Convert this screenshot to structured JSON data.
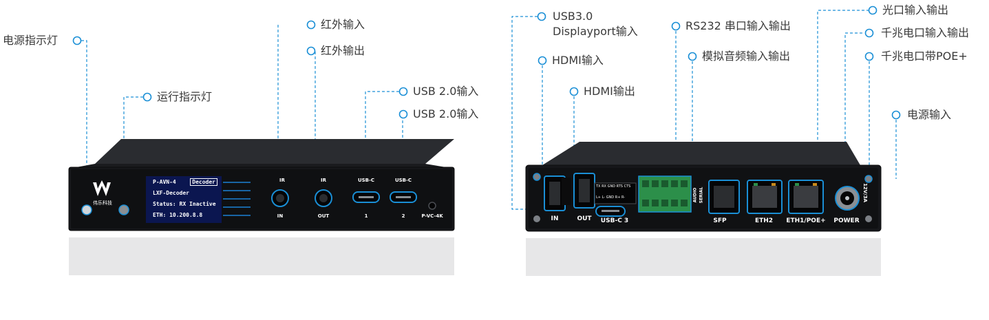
{
  "front_labels": {
    "power_led": "电源指示灯",
    "run_led": "运行指示灯",
    "ir_in": "红外输入",
    "ir_out": "红外输出",
    "usb_1": "USB 2.0输入",
    "usb_2": "USB 2.0输入"
  },
  "back_labels": {
    "usb3_line1": "USB3.0",
    "usb3_line2": "Displayport输入",
    "hdmi_in": "HDMI输入",
    "hdmi_out": "HDMI输出",
    "rs232": "RS232 串口输入输出",
    "audio": "模拟音频输入输出",
    "optical": "光口输入输出",
    "gbe": "千兆电口输入输出",
    "gbe_poe": "千兆电口带POE+",
    "power_in": "电源输入"
  },
  "front_panel": {
    "logo_text": "伟乐科技",
    "screen": {
      "line1": "P-AVN-4",
      "badge": "Decoder",
      "line2": "LXF-Decoder",
      "line3": "Status: RX Inactive",
      "line4": "ETH: 10.200.8.8"
    },
    "ir_top_1": "IR",
    "ir_top_2": "IR",
    "ir_bottom_1": "IN",
    "ir_bottom_2": "OUT",
    "usb_top_1": "USB-C",
    "usb_top_2": "USB-C",
    "usb_bottom_1": "1",
    "usb_bottom_2": "2",
    "model": "P-VC-4K"
  },
  "back_panel": {
    "in": "IN",
    "out": "OUT",
    "usbc3": "USB-C 3",
    "audio_serial_1": "AUDIO",
    "audio_serial_2": "SERIAL",
    "sfp": "SFP",
    "eth2": "ETH2",
    "eth1": "ETH1/POE+",
    "power": "POWER",
    "power_rating": "12V/3A",
    "terminal_top": [
      "TX",
      "RX",
      "GND",
      "RTS",
      "CTS"
    ],
    "terminal_bottom": [
      "L+",
      "L-",
      "GND",
      "R+",
      "R-"
    ]
  },
  "colors": {
    "accent": "#1a8fd6",
    "chassis": "#1d1f22",
    "screen": "#0b1650"
  }
}
